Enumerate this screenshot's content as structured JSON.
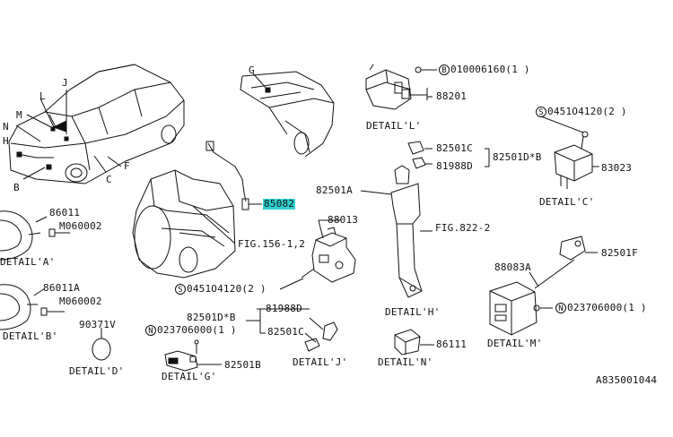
{
  "labels": {
    "car_J": "J",
    "car_L": "L",
    "car_M": "M",
    "car_N": "N",
    "car_H": "H",
    "car_B": "B",
    "car_C": "C",
    "car_F": "F",
    "trunk_G": "G",
    "p85082": "85082",
    "fig156": "FIG.156-1,2",
    "p88013": "88013",
    "s045_a": "0451O4120(2 )",
    "p82501a": "82501A",
    "p82501c_h": "82501C",
    "p81988d_h": "81988D",
    "p82501db_h": "82501D*B",
    "fig822": "FIG.822-2",
    "detail_h": "DETAIL'H'",
    "b0100": "010006160(1 )",
    "p88201": "88201",
    "detail_l": "DETAIL'L'",
    "s045_c": "0451O4120(2 )",
    "p83023": "83023",
    "detail_c": "DETAIL'C'",
    "p86011": "86011",
    "m060_a": "M060002",
    "detail_a": "DETAIL'A'",
    "p86011a": "86011A",
    "m060_b": "M060002",
    "detail_b": "DETAIL'B'",
    "p90371v": "90371V",
    "detail_d": "DETAIL'D'",
    "p81988d_j": "81988D",
    "p82501db_j": "82501D*B",
    "n0237_j": "023706000(1 )",
    "p82501c_j": "82501C",
    "p82501b": "82501B",
    "detail_g": "DETAIL'G'",
    "detail_j": "DETAIL'J'",
    "p86111": "86111",
    "detail_n": "DETAIL'N'",
    "p82501f": "82501F",
    "p88083a": "88083A",
    "n0237_m": "023706000(1 )",
    "detail_m": "DETAIL'M'",
    "diagram_id": "A835001044"
  },
  "callout_letters": {
    "b": "B",
    "s": "S",
    "n": "N"
  },
  "colors": {
    "highlight": "#2fd0cf",
    "ink": "#111111"
  }
}
